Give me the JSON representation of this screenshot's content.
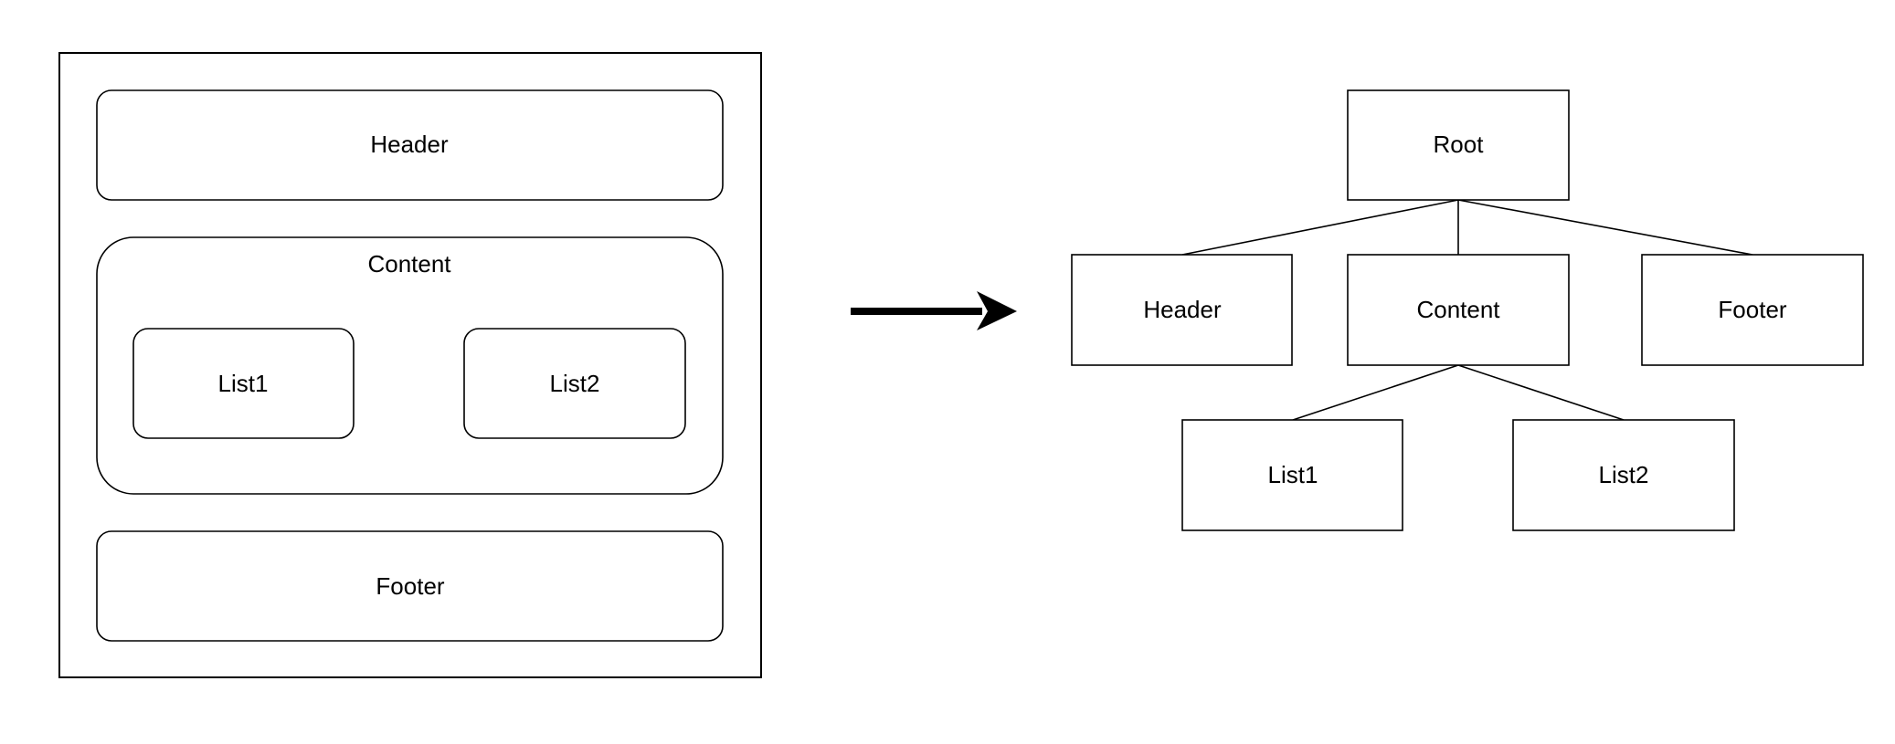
{
  "layout_view": {
    "header_label": "Header",
    "content_label": "Content",
    "list1_label": "List1",
    "list2_label": "List2",
    "footer_label": "Footer"
  },
  "tree_view": {
    "root_label": "Root",
    "header_label": "Header",
    "content_label": "Content",
    "footer_label": "Footer",
    "list1_label": "List1",
    "list2_label": "List2"
  },
  "colors": {
    "stroke": "#000000",
    "background": "#ffffff"
  }
}
